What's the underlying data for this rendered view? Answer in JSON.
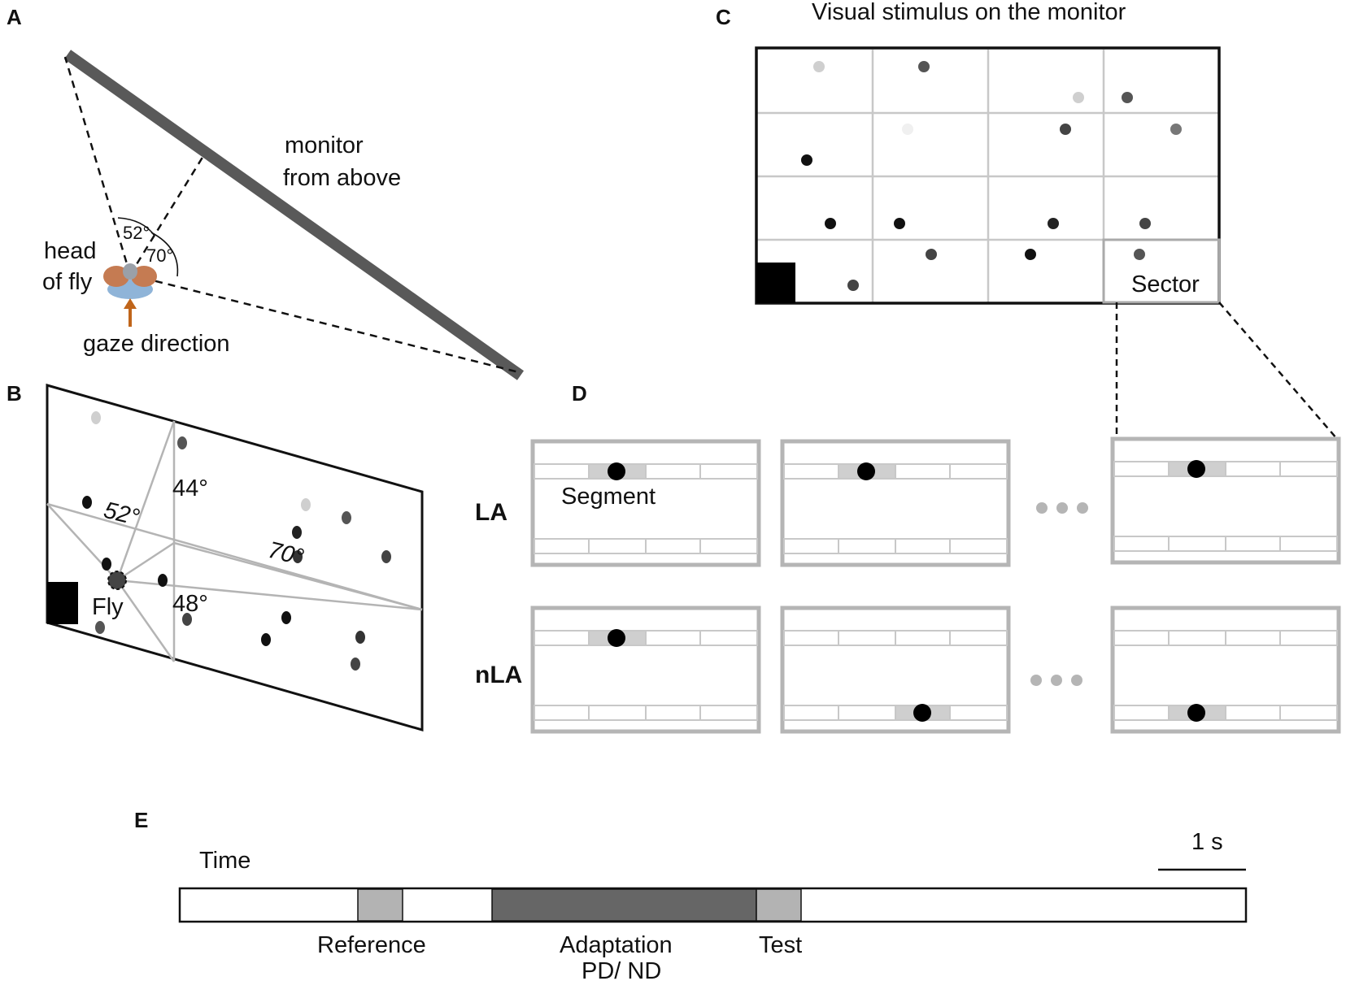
{
  "panels": {
    "A": {
      "letter": "A",
      "monitor_label_line1": "monitor",
      "monitor_label_line2": "from above",
      "head_label_line1": "head",
      "head_label_line2": "of fly",
      "gaze_label": "gaze direction",
      "angle_52": "52°",
      "angle_70": "70°"
    },
    "B": {
      "letter": "B",
      "angle_44": "44°",
      "angle_52": "52°",
      "angle_70": "70°",
      "angle_48": "48°",
      "fly_label": "Fly"
    },
    "C": {
      "letter": "C",
      "title": "Visual stimulus on the monitor",
      "sector_label": "Sector"
    },
    "D": {
      "letter": "D",
      "row_la": "LA",
      "row_nla": "nLA",
      "segment_label": "Segment"
    },
    "E": {
      "letter": "E",
      "time_label": "Time",
      "scale_label": "1 s",
      "reference_label": "Reference",
      "adaptation_line1": "Adaptation",
      "adaptation_line2": "PD/ ND",
      "test_label": "Test"
    }
  },
  "colors": {
    "monitor_bar": "#595959",
    "grid_line": "#c8c8c8",
    "frame_gray": "#b5b5b5",
    "segment_highlight": "#cfcfcf",
    "adaptation_fill": "#666666",
    "reference_fill": "#b3b3b3",
    "gaze_arrow": "#c0651a",
    "fly_eye": "#c57b52",
    "fly_body": "#8fb4d8"
  }
}
